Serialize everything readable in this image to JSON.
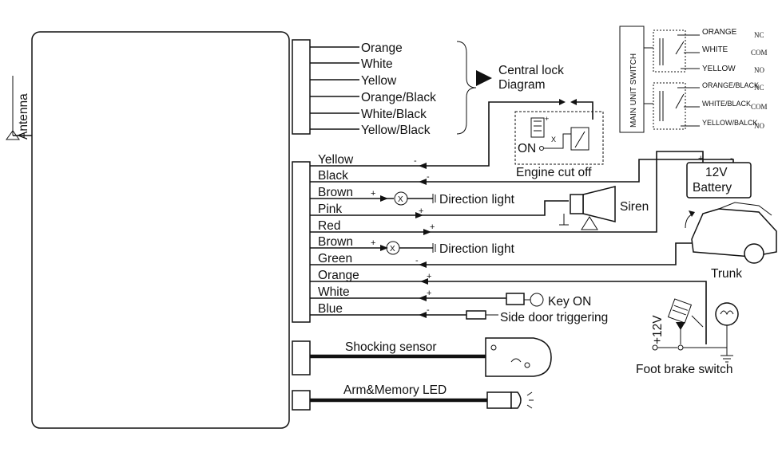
{
  "antenna": {
    "label": "Antenna"
  },
  "central_lock": {
    "wires": [
      "Orange",
      "White",
      "Yellow",
      "Orange/Black",
      "White/Black",
      "Yellow/Black"
    ],
    "caption_line1": "Central lock",
    "caption_line2": "Diagram"
  },
  "main_wires": [
    "Yellow",
    "Black",
    "Brown",
    "Pink",
    "Red",
    "Brown",
    "Green",
    "Orange",
    "White",
    "Blue"
  ],
  "engine_cut_off": {
    "label": "Engine cut off",
    "on_label": "ON",
    "pin_x": "X",
    "pin_plus": "+"
  },
  "direction_light_1": "Direction light",
  "direction_light_2": "Direction light",
  "siren": "Siren",
  "battery": {
    "voltage": "12V",
    "label": "Battery"
  },
  "trunk": "Trunk",
  "key_on": "Key ON",
  "side_door": "Side door triggering",
  "foot_brake": {
    "label": "Foot brake switch",
    "voltage": "+12V"
  },
  "shocking_sensor": "Shocking sensor",
  "led": "Arm&Memory LED",
  "main_unit_switch": {
    "title": "MAIN UNIT SWITCH",
    "relay1": [
      {
        "wire": "ORANGE",
        "contact": "NC"
      },
      {
        "wire": "WHITE",
        "contact": "COM"
      },
      {
        "wire": "YELLOW",
        "contact": "NO"
      }
    ],
    "relay2": [
      {
        "wire": "ORANGE/BLACK",
        "contact": "NC"
      },
      {
        "wire": "WHITE/BLACK",
        "contact": "COM"
      },
      {
        "wire": "YELLOW/BALCK",
        "contact": "NO"
      }
    ]
  },
  "polarity": {
    "plus": "+",
    "minus": "-",
    "lamp": "X"
  }
}
